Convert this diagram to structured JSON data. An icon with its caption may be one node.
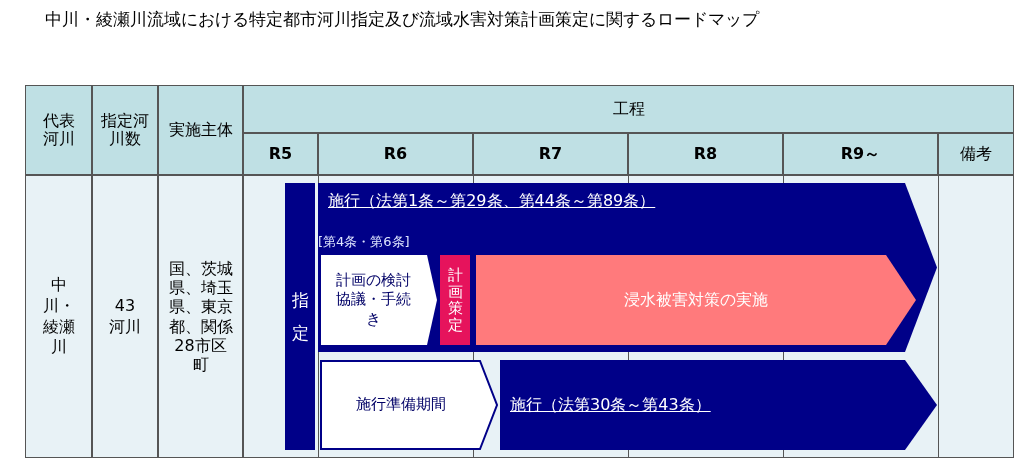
{
  "diagram": {
    "title": "中川・綾瀬川流域における特定都市河川指定及び流域水害対策計画策定に関するロードマップ",
    "nodes": [
      {
        "text": [
          "指定"
        ]
      },
      {
        "text": [
          "施行（法第1条～第29条、第44条～第89条）",
          "[第4条・第6条]"
        ]
      },
      {
        "text": [
          "計画の検討協議・手続き"
        ],
        "in": 1
      },
      {
        "text": [
          "計画策定"
        ],
        "in": 1
      },
      {
        "text": [
          "浸水被害対策の実施"
        ],
        "in": 1
      },
      {
        "text": [
          "施行準備期間"
        ]
      },
      {
        "text": [
          "施行（法第30条～第43条）"
        ]
      }
    ],
    "edges": [],
    "labels": [
      "代表河川",
      "指定河川数",
      "実施主体",
      "工程",
      "R5",
      "R6",
      "R7",
      "R8",
      "R9～",
      "備考",
      "中川・綾瀬川",
      "43河川",
      "国、茨城県、埼玉県、東京都、関係28市区町"
    ]
  }
}
